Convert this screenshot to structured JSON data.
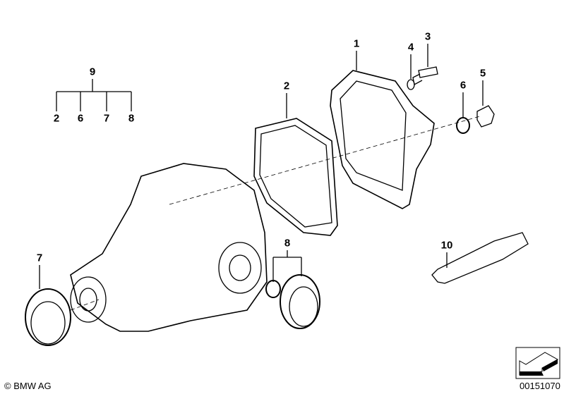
{
  "diagram": {
    "callouts": {
      "c1": "1",
      "c2": "2",
      "c3": "3",
      "c4": "4",
      "c5": "5",
      "c6": "6",
      "c7": "7",
      "c8": "8",
      "c9": "9",
      "c10": "10"
    },
    "kit_9": {
      "label": "9",
      "members": [
        "2",
        "6",
        "7",
        "8"
      ]
    }
  },
  "footer": {
    "copyright": "© BMW AG",
    "diagram_number": "00151070"
  },
  "icons": {
    "navigation": "arrow-back-icon"
  }
}
